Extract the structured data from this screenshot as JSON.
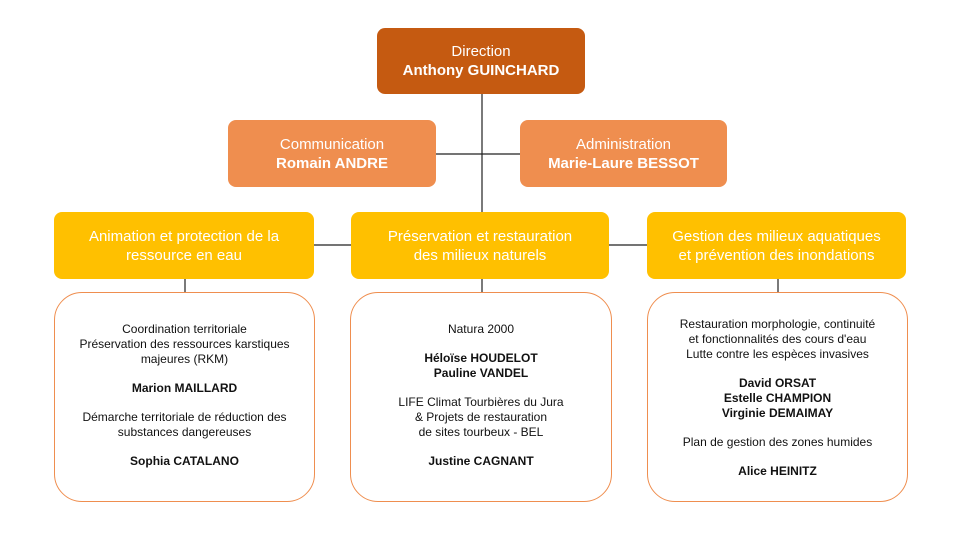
{
  "direction": {
    "role": "Direction",
    "person": "Anthony GUINCHARD"
  },
  "communication": {
    "role": "Communication",
    "person": "Romain ANDRE"
  },
  "administration": {
    "role": "Administration",
    "person": "Marie-Laure BESSOT"
  },
  "units": [
    {
      "title_lines": [
        "Animation et protection de la",
        "ressource en eau"
      ],
      "details": {
        "missions_1": [
          "Coordination territoriale",
          "Préservation des ressources karstiques",
          "majeures (RKM)"
        ],
        "people_1": [
          "Marion MAILLARD"
        ],
        "missions_2": [
          "Démarche territoriale de réduction des",
          "substances dangereuses"
        ],
        "people_2": [
          "Sophia CATALANO"
        ]
      }
    },
    {
      "title_lines": [
        "Préservation et restauration",
        "des milieux naturels"
      ],
      "details": {
        "missions_1": [
          "Natura 2000"
        ],
        "people_1": [
          "Héloïse HOUDELOT",
          "Pauline VANDEL"
        ],
        "missions_2": [
          "LIFE Climat Tourbières du Jura",
          "& Projets de restauration",
          "de sites tourbeux - BEL"
        ],
        "people_2": [
          "Justine CAGNANT"
        ]
      }
    },
    {
      "title_lines": [
        "Gestion des milieux aquatiques",
        "et prévention des inondations"
      ],
      "details": {
        "missions_1": [
          "Restauration morphologie, continuité",
          "et fonctionnalités des cours d'eau",
          "Lutte contre les espèces invasives"
        ],
        "people_1": [
          "David ORSAT",
          "Estelle CHAMPION",
          "Virginie DEMAIMAY"
        ],
        "missions_2": [
          "Plan de gestion des zones humides"
        ],
        "people_2": [
          "Alice HEINITZ"
        ]
      }
    }
  ],
  "colors": {
    "direction": "#c55a11",
    "staff": "#ef8e4f",
    "units": "#ffc000",
    "card_border": "#ef8e4f",
    "connector": "#222222"
  }
}
